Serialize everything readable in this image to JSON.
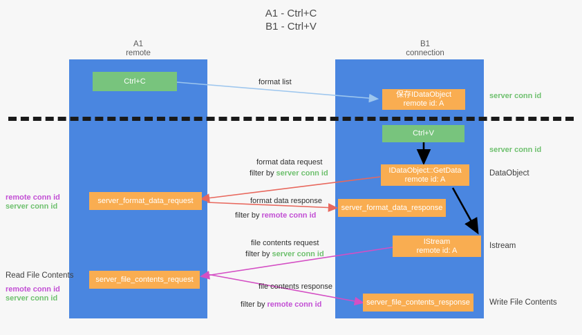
{
  "title": {
    "line1": "A1 - Ctrl+C",
    "line2": "B1 - Ctrl+V"
  },
  "lanes": [
    {
      "name": "A1",
      "subtitle": "remote"
    },
    {
      "name": "B1",
      "subtitle": "connection"
    }
  ],
  "boxes": {
    "ctrl_c": {
      "line1": "Ctrl+C",
      "color": "#78c47d"
    },
    "save_idataobject": {
      "line1": "保存IDataObject",
      "line2": "remote id: A",
      "color": "#f9ad51"
    },
    "ctrl_v": {
      "line1": "Ctrl+V",
      "color": "#78c47d"
    },
    "getdata": {
      "line1": "IDataObject::GetData",
      "line2": "remote id: A",
      "color": "#f9ad51"
    },
    "istream": {
      "line1": "IStream",
      "line2": "remote id: A",
      "color": "#f9ad51"
    },
    "server_format_data_request": {
      "line1": "server_format_data_request",
      "color": "#f9ad51"
    },
    "server_format_data_response": {
      "line1": "server_format_data_response",
      "color": "#f9ad51"
    },
    "server_file_contents_request": {
      "line1": "server_file_contents_request",
      "color": "#f9ad51"
    },
    "server_file_contents_response": {
      "line1": "server_file_contents_response",
      "color": "#f9ad51"
    }
  },
  "arrow_labels": {
    "format_list": "format list",
    "format_data_request": "format data request",
    "format_data_request_filter_prefix": "filter by ",
    "format_data_request_filter_key": "server conn id",
    "format_data_response": "format data response",
    "format_data_response_filter_prefix": "filter by ",
    "format_data_response_filter_key": "remote conn id",
    "file_contents_request": "file contents request",
    "file_contents_request_filter_prefix": "filter by ",
    "file_contents_request_filter_key": "server conn id",
    "file_contents_response": "file contents response",
    "file_contents_response_filter_prefix": "filter by ",
    "file_contents_response_filter_key": "remote conn id"
  },
  "right_labels": {
    "server_conn_id_top": "server conn id",
    "server_conn_id_mid": "server conn id",
    "data_object": "DataObject",
    "istream": "Istream",
    "write_file_contents": "Write File Contents"
  },
  "left_labels": {
    "remote_conn_id_1": "remote conn id",
    "server_conn_id_1": "server conn id",
    "read_file_contents": "Read File Contents",
    "remote_conn_id_2": "remote conn id",
    "server_conn_id_2": "server conn id"
  },
  "colors": {
    "lane": "#4a86e0",
    "green_box": "#78c47d",
    "orange_box": "#f9ad51",
    "green_text": "#6ec06e",
    "purple_text": "#c24fd4",
    "arrow_light_blue": "#9dc6ee",
    "arrow_red": "#e8685d",
    "arrow_magenta": "#d44fc4",
    "arrow_black": "#000000",
    "background": "#f7f7f7"
  }
}
